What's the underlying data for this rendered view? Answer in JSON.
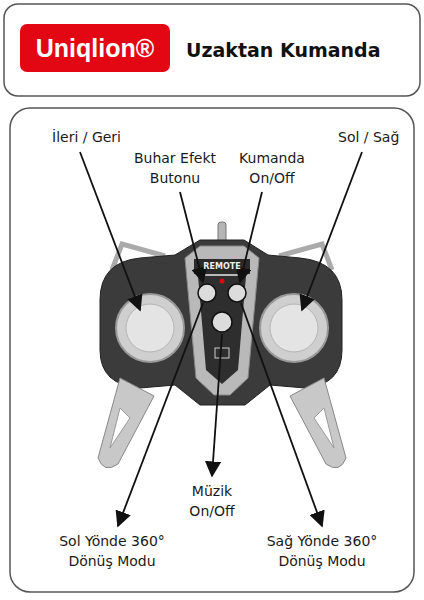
{
  "diagram": {
    "title": "Uzaktan Kumanda",
    "nodes": [
      {
        "text": [
          "Uniqlion®"
        ]
      }
    ],
    "labels": [
      "İleri / Geri",
      "Buhar Efekt Butonu",
      "Kumanda On/Off",
      "Sol / Sağ",
      "REMOTE",
      "Müzik On/Off",
      "Sol Yönde 360° Dönüş Modu",
      "Sağ Yönde 360° Dönüş Modu"
    ]
  }
}
